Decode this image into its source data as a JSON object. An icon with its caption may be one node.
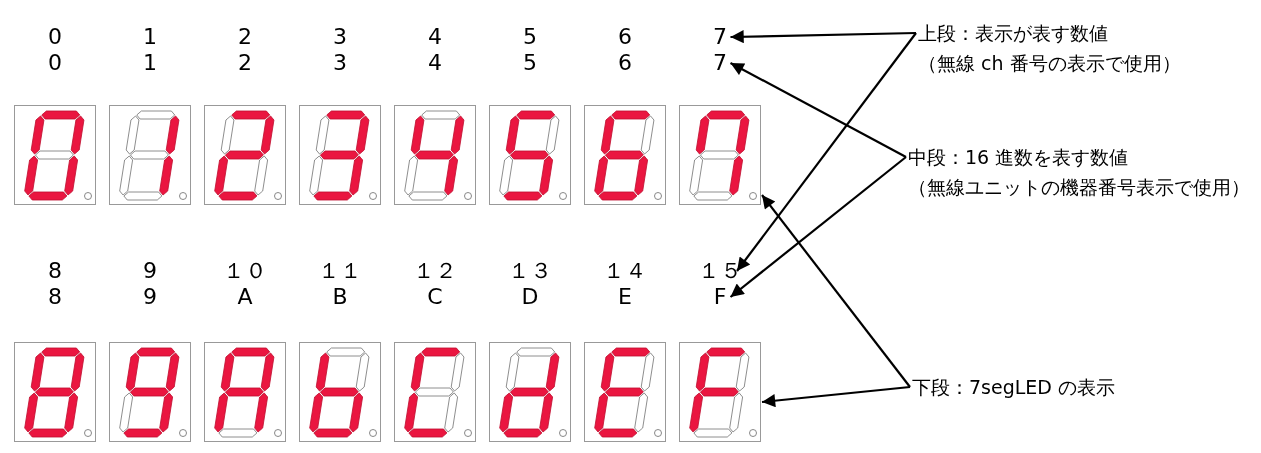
{
  "diagram": {
    "nodes": [
      {
        "text": [
          "7"
        ]
      },
      {
        "text": [
          "上段：表示が表す数値",
          "（無線 ch 番号の表示で使用）"
        ]
      },
      {
        "text": [
          "7"
        ]
      },
      {
        "text": [],
        "shape": "picture"
      },
      {
        "text": [],
        "shape": "picture"
      },
      {
        "text": [],
        "shape": "picture"
      },
      {
        "text": [],
        "shape": "picture"
      },
      {
        "text": [],
        "shape": "picture"
      },
      {
        "text": [],
        "shape": "picture"
      },
      {
        "text": [],
        "shape": "picture"
      },
      {
        "text": [],
        "shape": "picture"
      },
      {
        "text": [
          "中段：16 進数を表す数値",
          "（無線ユニットの機器番号表示で使用）"
        ]
      },
      {
        "text": [
          "１５"
        ]
      },
      {
        "text": [
          "F"
        ]
      },
      {
        "text": [],
        "shape": "picture"
      },
      {
        "text": [],
        "shape": "picture"
      },
      {
        "text": [],
        "shape": "picture"
      },
      {
        "text": [],
        "shape": "picture"
      },
      {
        "text": [],
        "shape": "picture"
      },
      {
        "text": [],
        "shape": "picture"
      },
      {
        "text": [],
        "shape": "picture"
      },
      {
        "text": [],
        "shape": "picture"
      },
      {
        "text": [
          "下段：7segLED の表示"
        ]
      }
    ],
    "edges": [
      {
        "from": 1,
        "to": 0,
        "arrow": "to"
      },
      {
        "from": 1,
        "to": 12,
        "arrow": "to"
      },
      {
        "from": 11,
        "to": 2,
        "arrow": "to"
      },
      {
        "from": 11,
        "to": 13,
        "arrow": "to"
      },
      {
        "from": 22,
        "to": 10,
        "arrow": "to"
      },
      {
        "from": 22,
        "to": 21,
        "arrow": "to"
      }
    ],
    "labels": [
      "0",
      "1",
      "2",
      "3",
      "4",
      "5",
      "6",
      "0",
      "1",
      "2",
      "3",
      "4",
      "5",
      "6",
      "8",
      "9",
      "１０",
      "１１",
      "１２",
      "１３",
      "１４",
      "8",
      "9",
      "A",
      "B",
      "C",
      "D",
      "E"
    ]
  }
}
